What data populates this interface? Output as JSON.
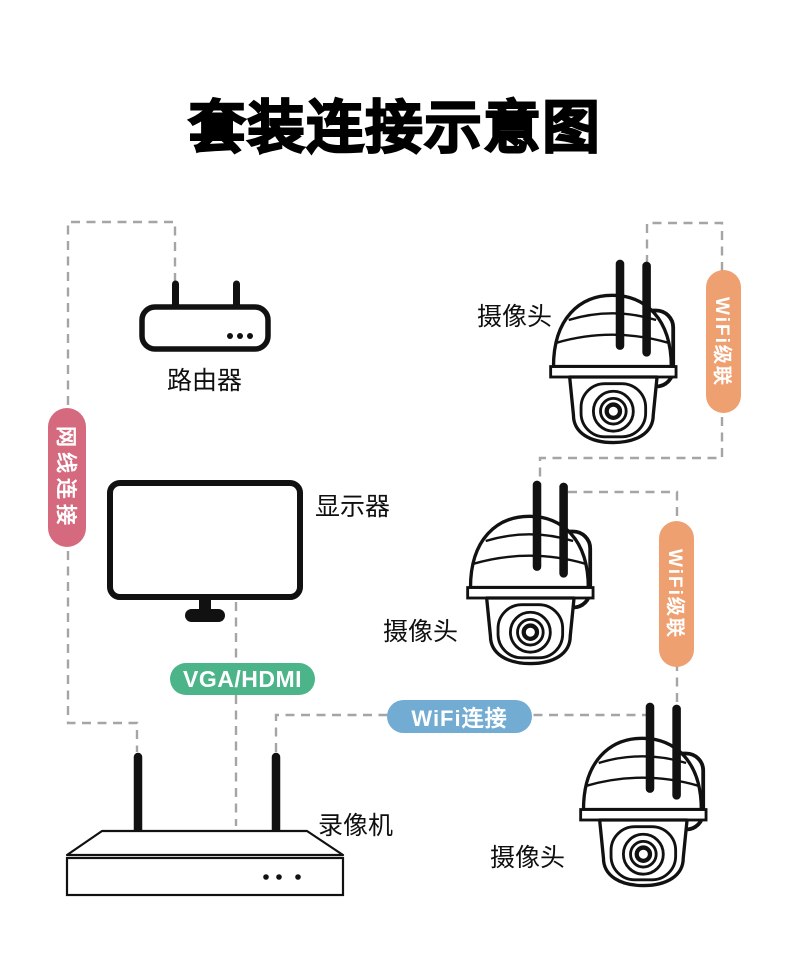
{
  "title": "套装连接示意图",
  "devices": {
    "router": {
      "label": "路由器"
    },
    "monitor": {
      "label": "显示器"
    },
    "recorder": {
      "label": "录像机"
    },
    "cameras": [
      {
        "label": "摄像头"
      },
      {
        "label": "摄像头"
      },
      {
        "label": "摄像头"
      }
    ]
  },
  "connections": {
    "ethernet": {
      "label": "网线连接",
      "color": "#d5697e"
    },
    "vga_hdmi": {
      "label": "VGA/HDMI",
      "color": "#4bb489"
    },
    "wifi_connect": {
      "label": "WiFi连接",
      "color": "#72acd3"
    },
    "wifi_cascade_1": {
      "label": "WiFi级联",
      "color": "#efa071"
    },
    "wifi_cascade_2": {
      "label": "WiFi级联",
      "color": "#efa071"
    }
  },
  "palette": {
    "dashed_line": "#a5a5a5",
    "device_stroke": "#111111",
    "background": "#ffffff",
    "title_color": "#000000"
  }
}
